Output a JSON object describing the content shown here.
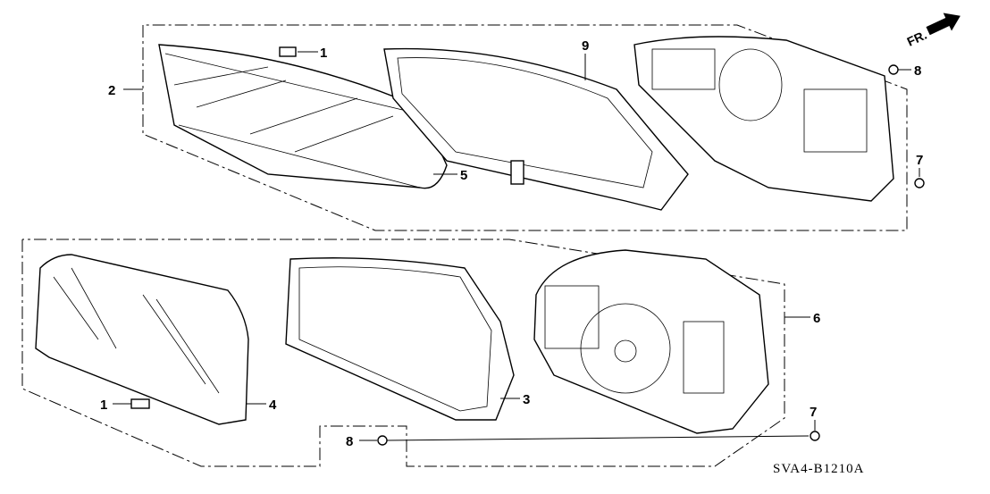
{
  "diagram": {
    "code": "SVA4-B1210A",
    "direction_label": "FR.",
    "callouts": {
      "c1_top": "1",
      "c2": "2",
      "c9": "9",
      "c8_top": "8",
      "c7_top": "7",
      "c5": "5",
      "c6": "6",
      "c4": "4",
      "c1_bottom": "1",
      "c3": "3",
      "c8_bottom": "8",
      "c7_bottom": "7"
    },
    "colors": {
      "ink": "#000000",
      "paper": "#ffffff"
    }
  }
}
